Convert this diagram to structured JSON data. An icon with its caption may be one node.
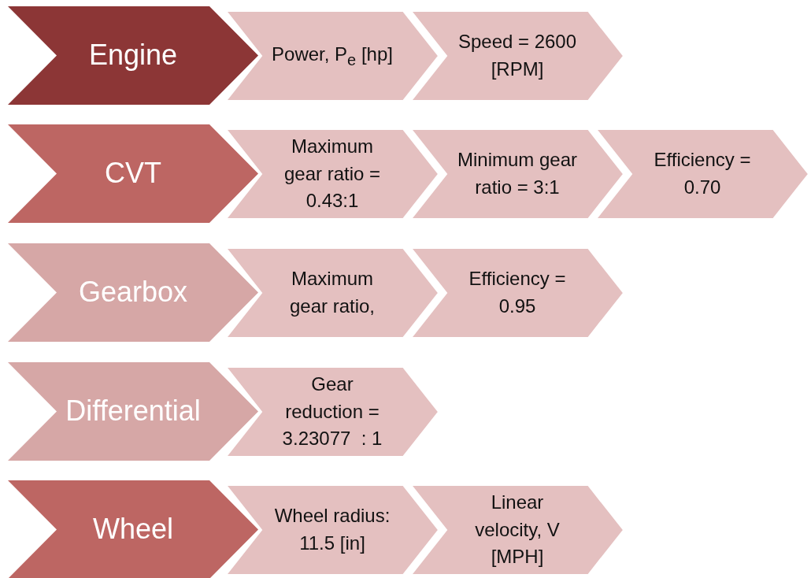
{
  "diagram": {
    "nodes": [
      {
        "text": [
          "Engine"
        ]
      },
      {
        "text": [
          "Power, P$_{e}$ [hp]"
        ]
      },
      {
        "text": [
          "Speed = 2600 [RPM]"
        ]
      },
      {
        "text": [
          "CVT"
        ]
      },
      {
        "text": [
          "Maximum gear ratio = 0.43:1"
        ]
      },
      {
        "text": [
          "Minimum gear ratio = 3:1"
        ]
      },
      {
        "text": [
          "Efficiency = 0.70"
        ]
      },
      {
        "text": [
          "Gearbox"
        ]
      },
      {
        "text": [
          "Maximum gear ratio,"
        ]
      },
      {
        "text": [
          "Efficiency = 0.95"
        ]
      },
      {
        "text": [
          "Differential"
        ]
      },
      {
        "text": [
          "Gear reduction = 3.23077  : 1"
        ]
      },
      {
        "text": [
          "Wheel"
        ]
      },
      {
        "text": [
          "Wheel radius: 11.5 [in]"
        ]
      },
      {
        "text": [
          "Linear velocity, V [MPH]"
        ]
      }
    ]
  }
}
